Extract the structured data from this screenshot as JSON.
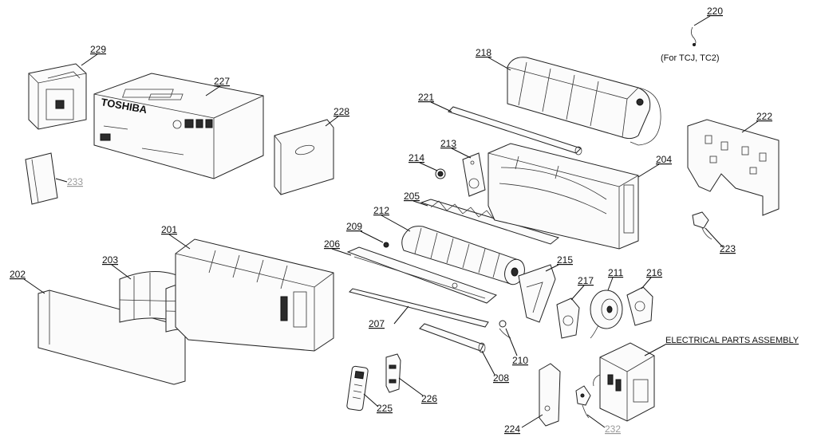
{
  "brand_text": "TOSHIBA",
  "note_for": "(For TCJ, TC2)",
  "electrical_parts_label": "ELECTRICAL PARTS ASSEMBLY",
  "labels": {
    "p201": "201",
    "p202": "202",
    "p203": "203",
    "p204": "204",
    "p205": "205",
    "p206": "206",
    "p207": "207",
    "p208": "208",
    "p209": "209",
    "p210": "210",
    "p211": "211",
    "p212": "212",
    "p213": "213",
    "p214": "214",
    "p215": "215",
    "p216": "216",
    "p217": "217",
    "p218": "218",
    "p220": "220",
    "p221": "221",
    "p222": "222",
    "p223": "223",
    "p224": "224",
    "p225": "225",
    "p226": "226",
    "p227": "227",
    "p228": "228",
    "p229": "229",
    "p232": "232",
    "p233": "233"
  }
}
